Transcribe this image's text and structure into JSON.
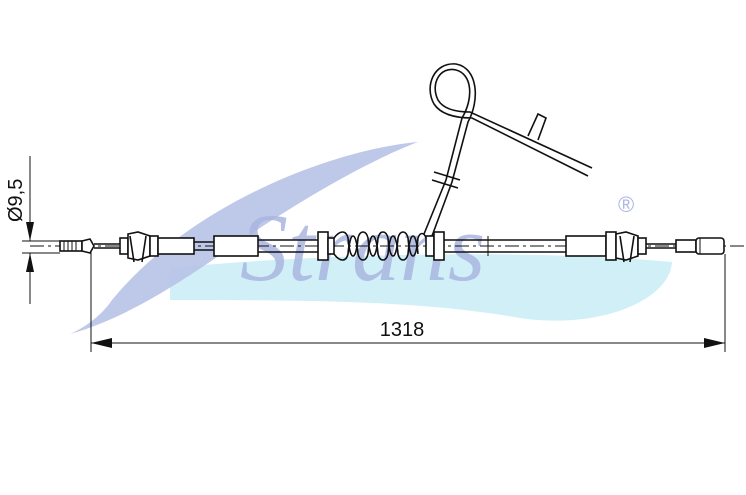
{
  "watermark": {
    "brand_text": "Strans",
    "registered_mark": "®",
    "swoosh_color": "#b7c2e6",
    "text_color": "#aab6e0",
    "wave_color": "#c8ecf6"
  },
  "dimensions": {
    "length_label": "1318",
    "diameter_label": "Ø9,5"
  },
  "colors": {
    "line": "#111111"
  }
}
